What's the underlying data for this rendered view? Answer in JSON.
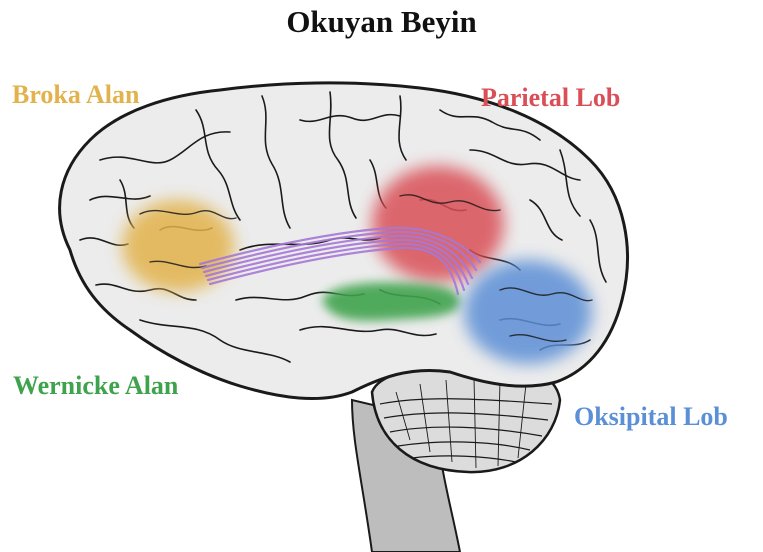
{
  "title": "Okuyan Beyin",
  "regions": {
    "broka": {
      "label": "Broka Alan",
      "color": "#e2b24c"
    },
    "parietal": {
      "label": "Parietal Lob",
      "color": "#d94f57"
    },
    "wernicke": {
      "label": "Wernicke Alan",
      "color": "#3fa34d"
    },
    "oksipital": {
      "label": "Oksipital Lob",
      "color": "#5b8fd6"
    }
  },
  "colors": {
    "brain_fill": "#ececec",
    "outline": "#1a1a1a",
    "brainstem": "#bdbdbd",
    "fiber": "#a678d6"
  }
}
